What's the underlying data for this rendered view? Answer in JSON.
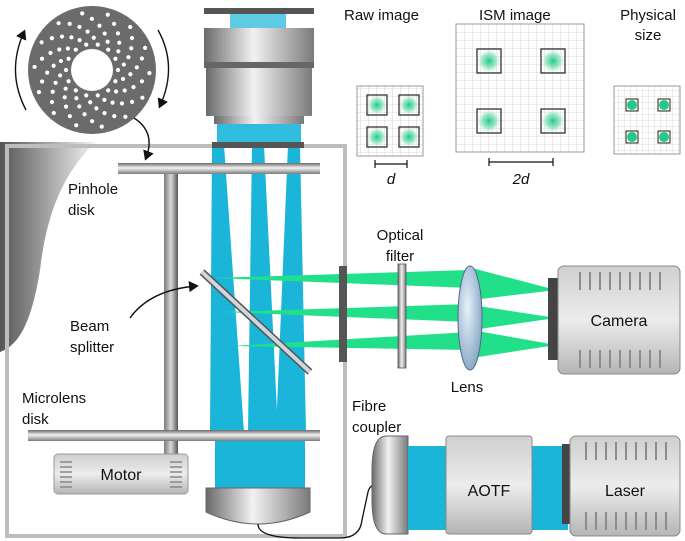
{
  "labels": {
    "raw_image": "Raw image",
    "ism_image": "ISM image",
    "physical": "Physical",
    "size": "size",
    "pinhole": "Pinhole",
    "disk_a": "disk",
    "beam": "Beam",
    "splitter": "splitter",
    "microlens": "Microlens",
    "disk_b": "disk",
    "motor": "Motor",
    "optical": "Optical",
    "filter": "filter",
    "lens": "Lens",
    "camera": "Camera",
    "fibre": "Fibre",
    "coupler": "coupler",
    "aotf": "AOTF",
    "laser": "Laser",
    "d": "d",
    "two_d": "2d"
  },
  "colors": {
    "excitation": "#1ab5d8",
    "emission": "#22e08a",
    "metal_dark": "#6f6f6f",
    "metal_light": "#ececec",
    "frame": "#bdbdbd"
  }
}
